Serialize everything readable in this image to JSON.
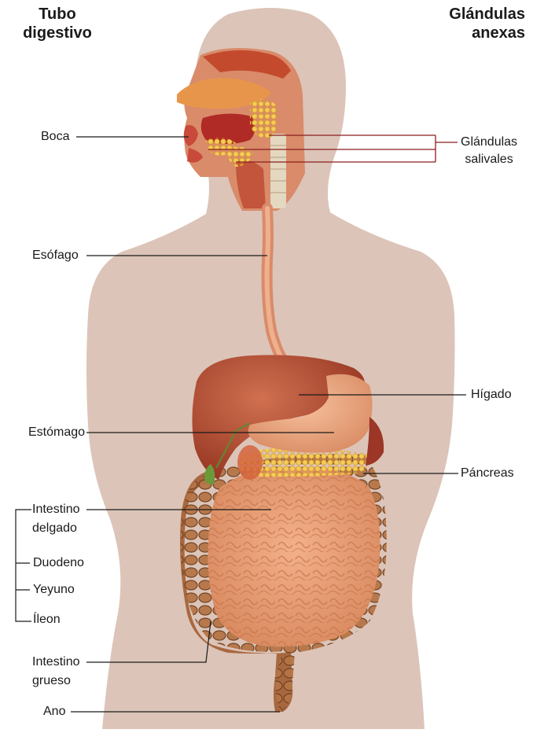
{
  "headers": {
    "left": [
      "Tubo",
      "digestivo"
    ],
    "right": [
      "Glándulas",
      "anexas"
    ]
  },
  "labels": {
    "boca": "Boca",
    "esofago": "Esófago",
    "estomago": "Estómago",
    "intestino_delgado": [
      "Intestino",
      "delgado"
    ],
    "duodeno": "Duodeno",
    "yeyuno": "Yeyuno",
    "ileon": "Íleon",
    "intestino_grueso": [
      "Intestino",
      "grueso"
    ],
    "ano": "Ano",
    "glandulas_salivales": [
      "Glándulas",
      "salivales"
    ],
    "higado": "Hígado",
    "pancreas": "Páncreas"
  },
  "colors": {
    "body": "#dcc4b8",
    "organ_base": "#d98b6a",
    "liver": "#b04a32",
    "stomach": "#e9a07e",
    "small_intestine": "#e8966b",
    "large_intestine": "#a8683f",
    "saliva_gland": "#f1c451",
    "label_line": "#1a1a1a",
    "bracket": "#8b1e1e"
  }
}
